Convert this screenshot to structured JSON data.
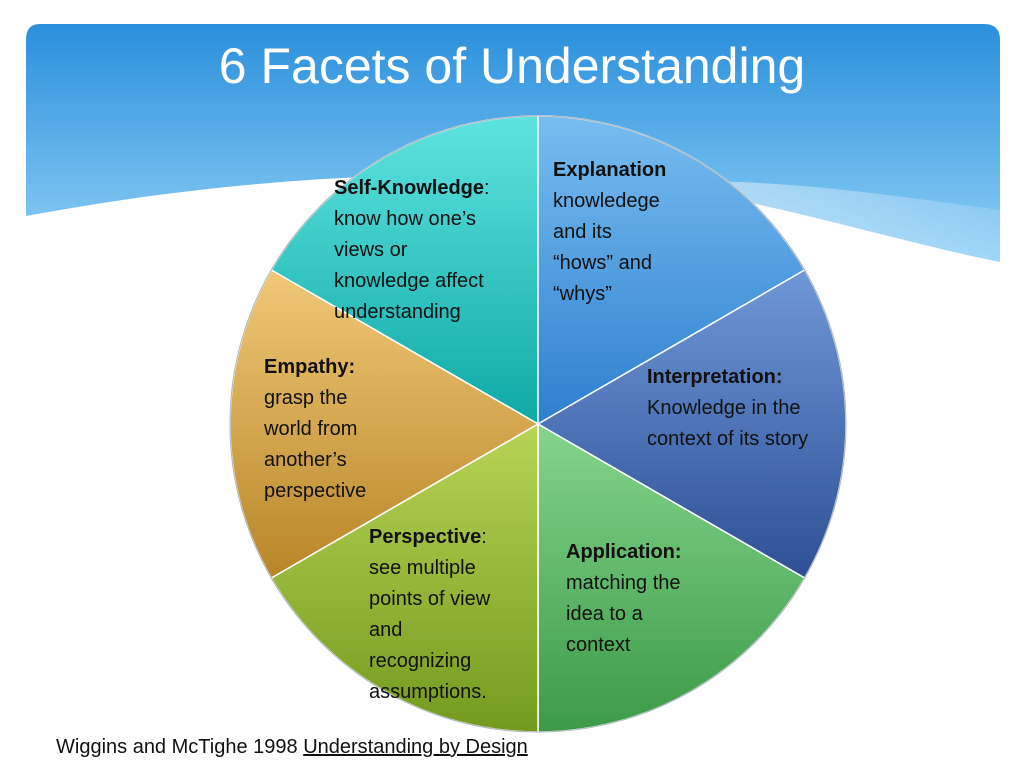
{
  "slide": {
    "title": "6 Facets of Understanding",
    "citation_author": "Wiggins and McTighe 1998",
    "citation_book": "Understanding by Design"
  },
  "colors": {
    "header_top": "#2a8fdc",
    "header_bottom": "#8fd0f6",
    "self_knowledge": "#2bc4c0",
    "explanation": "#4f9ee0",
    "interpretation": "#4a6fb0",
    "application": "#5cb86a",
    "perspective": "#9abb3a",
    "empathy": "#d9a84a"
  },
  "facets": [
    {
      "id": "self_knowledge",
      "label": "Self-Knowledge",
      "label_suffix": ":",
      "lines": [
        "know how one’s",
        "views or",
        "knowledge affect",
        "understanding"
      ]
    },
    {
      "id": "explanation",
      "label": "Explanation",
      "label_suffix": "",
      "lines": [
        "knowledege",
        "and its",
        "“hows” and",
        "“whys”"
      ]
    },
    {
      "id": "interpretation",
      "label": "Interpretation:",
      "label_suffix": "",
      "lines": [
        "Knowledge in the",
        "context of its story"
      ]
    },
    {
      "id": "application",
      "label": "Application:",
      "label_suffix": "",
      "lines": [
        "matching the",
        "idea to a",
        "context"
      ]
    },
    {
      "id": "perspective",
      "label": "Perspective",
      "label_suffix": ":",
      "lines": [
        "see multiple",
        "points of view",
        "and",
        "recognizing",
        "assumptions."
      ]
    },
    {
      "id": "empathy",
      "label": "Empathy:",
      "label_suffix": "",
      "lines": [
        "grasp the",
        "world from",
        "another’s",
        "perspective"
      ]
    }
  ]
}
